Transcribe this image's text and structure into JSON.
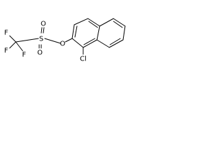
{
  "structure": {
    "atoms": {
      "F1": "F",
      "F2": "F",
      "F3": "F",
      "S": "S",
      "O_top": "O",
      "O_bottom": "O",
      "O_ester": "O",
      "Cl": "Cl"
    }
  },
  "colors": {
    "bond": "#000000",
    "label": "#000000",
    "background": "#ffffff"
  }
}
